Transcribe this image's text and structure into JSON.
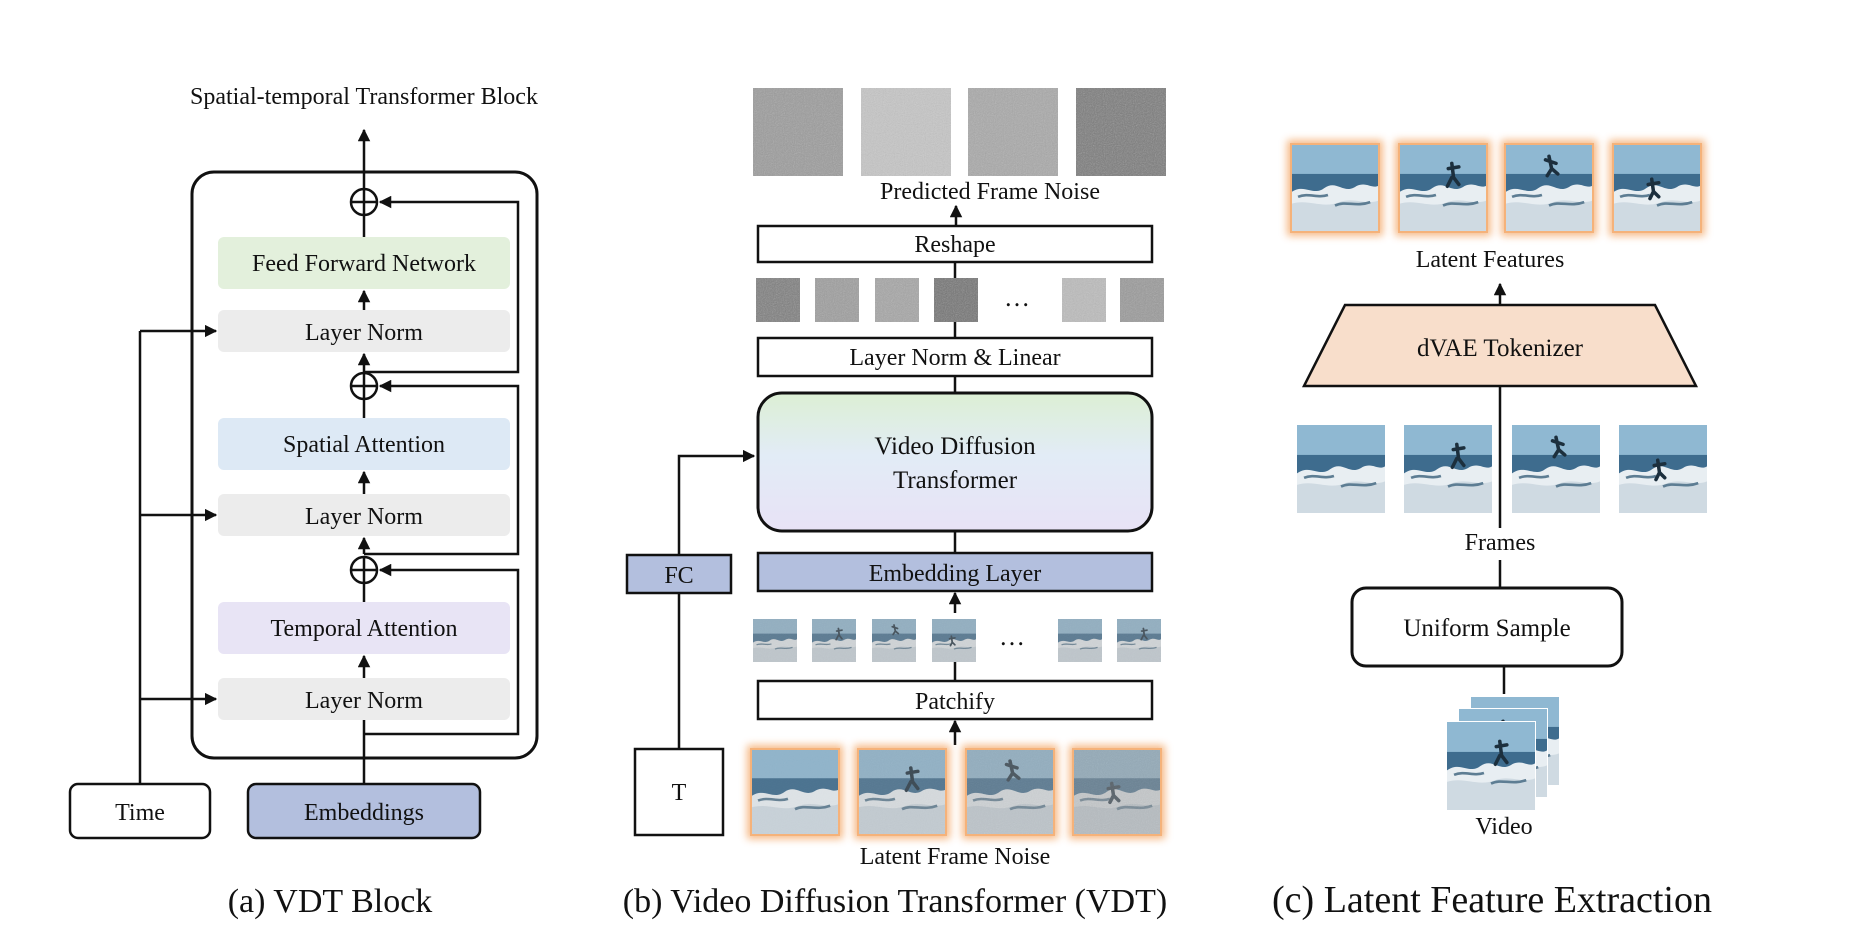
{
  "panel_a": {
    "top_label": "Spatial-temporal Transformer Block",
    "ffn": "Feed Forward Network",
    "layer_norm": "Layer Norm",
    "spatial_attention": "Spatial Attention",
    "temporal_attention": "Temporal Attention",
    "time": "Time",
    "embeddings": "Embeddings",
    "caption": "(a) VDT Block"
  },
  "panel_b": {
    "predicted_noise": "Predicted Frame Noise",
    "reshape": "Reshape",
    "layernorm_linear": "Layer Norm & Linear",
    "vdt_line1": "Video Diffusion",
    "vdt_line2": "Transformer",
    "fc": "FC",
    "embedding_layer": "Embedding Layer",
    "patchify": "Patchify",
    "t": "T",
    "latent_noise": "Latent Frame Noise",
    "ellipsis": "…",
    "caption": "(b) Video Diffusion Transformer (VDT)"
  },
  "panel_c": {
    "latent_features": "Latent Features",
    "tokenizer": "dVAE Tokenizer",
    "frames": "Frames",
    "uniform_sample": "Uniform Sample",
    "video": "Video",
    "caption": "(c) Latent Feature Extraction"
  },
  "colors": {
    "ffn": "#e3f0dc",
    "norm": "#ececec",
    "spatial": "#dde9f5",
    "temporal": "#e8e4f5",
    "embed": "#b3bfde",
    "tokenizer": "#f8decb",
    "glow": "#f5b27a",
    "sky": "#8fb8d2",
    "sea": "#3e6c8e",
    "foam": "#e8eef2"
  },
  "noise_grays": [
    "#9c9c9c",
    "#c6c6c6",
    "#a9a9a9",
    "#7b7b7b"
  ],
  "token_grays": [
    "#7e7e7e",
    "#9e9e9e",
    "#a6a6a6",
    "#737373",
    "#bcbcbc",
    "#9a9a9a"
  ]
}
